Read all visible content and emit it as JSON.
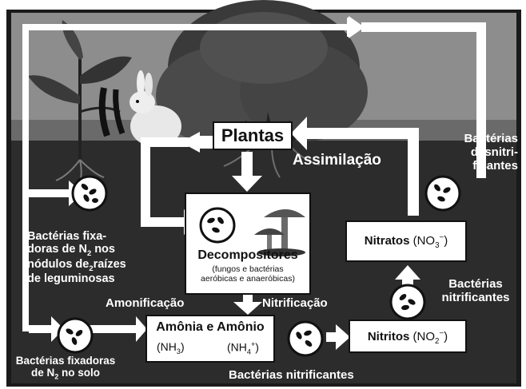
{
  "caption": "...",
  "labels": {
    "plantas": "Plantas",
    "assimilacao": "Assimilação",
    "decompositores": "Decompositores",
    "decompositores_sub_1": "(fungos e bactérias",
    "decompositores_sub_2": "aeróbicas e anaeróbicas)",
    "amonificacao": "Amonificação",
    "nitrificacao": "Nitrificação",
    "amonia_title": "Amônia e Amônio",
    "nh3": "(NH",
    "nh3_sub": "3",
    "nh3_close": ")",
    "nh4": "(NH",
    "nh4_sub": "4",
    "nh4_sup": "+",
    "nh4_close": ")",
    "nitritos": "Nitritos",
    "nitritos_formula": "(NO",
    "nitritos_sub": "2",
    "nitritos_sup": "−",
    "nitritos_close": ")",
    "nitratos": "Nitratos",
    "nitratos_formula": "(NO",
    "nitratos_sub": "3",
    "nitratos_sup": "−",
    "nitratos_close": ")",
    "bact_nodulos_1": "Bactérias fixa-",
    "bact_nodulos_2a": "doras de N",
    "bact_nodulos_2_sub": "2",
    "bact_nodulos_2b": " nos",
    "bact_nodulos_3a": "nódulos de",
    "bact_nodulos_3_sub": "2",
    "bact_nodulos_3b": "raízes",
    "bact_nodulos_4": "de leguminosas",
    "bact_solo_1": "Bactérias fixadoras",
    "bact_solo_2a": "de N",
    "bact_solo_2_sub": "2",
    "bact_solo_2b": " no solo",
    "bact_nitrif_bottom": "Bactérias nitrificantes",
    "bact_nitrif_right_1": "Bactérias",
    "bact_nitrif_right_2": "nitrificantes",
    "bact_desnitri_1": "Bactérias",
    "bact_desnitri_2": "desnitri-",
    "bact_desnitri_3": "ficantes"
  },
  "colors": {
    "sky": "#8c8c8c",
    "soil": "#2b2b2b",
    "frame": "#1a1a1a",
    "arrow": "#ffffff",
    "box": "#ffffff"
  },
  "icons": [
    "legume-plant-icon",
    "rabbit-icon",
    "tree-icon",
    "mushroom-icon",
    "bacteria-icon"
  ]
}
